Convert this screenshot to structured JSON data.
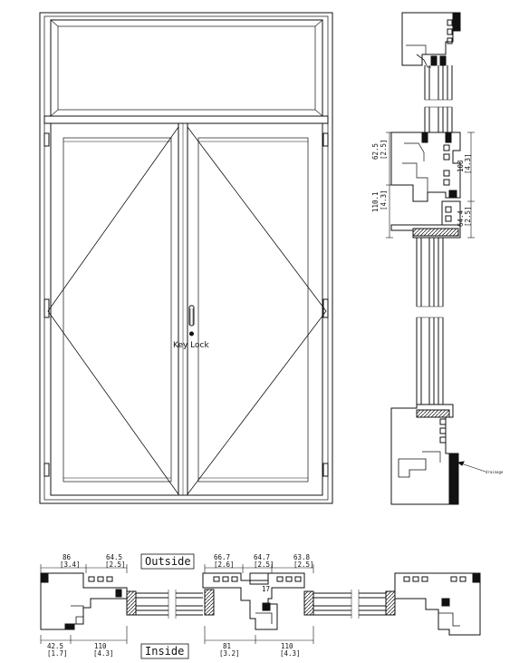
{
  "elevation": {
    "hardware_label": "Key Lock"
  },
  "vertical_section": {
    "dimensions": [
      {
        "value": "62.5",
        "inch": "[2.5]"
      },
      {
        "value": "108",
        "inch": "[4.3]"
      },
      {
        "value": "110.1",
        "inch": "[4.3]"
      },
      {
        "value": "64.4",
        "inch": "[2.5]"
      }
    ],
    "callout_text": "drainage"
  },
  "horizontal_section": {
    "outside_label": "Outside",
    "inside_label": "Inside",
    "top_dimensions": [
      {
        "value": "86",
        "inch": "[3.4]"
      },
      {
        "value": "64.5",
        "inch": "[2.5]"
      },
      {
        "value": "66.7",
        "inch": "[2.6]"
      },
      {
        "value": "64.7",
        "inch": "[2.5]"
      },
      {
        "value": "63.8",
        "inch": "[2.5]"
      }
    ],
    "center_mark": "17",
    "bottom_dimensions": [
      {
        "value": "42.5",
        "inch": "[1.7]"
      },
      {
        "value": "110",
        "inch": "[4.3]"
      },
      {
        "value": "81",
        "inch": "[3.2]"
      },
      {
        "value": "110",
        "inch": "[4.3]"
      }
    ]
  }
}
